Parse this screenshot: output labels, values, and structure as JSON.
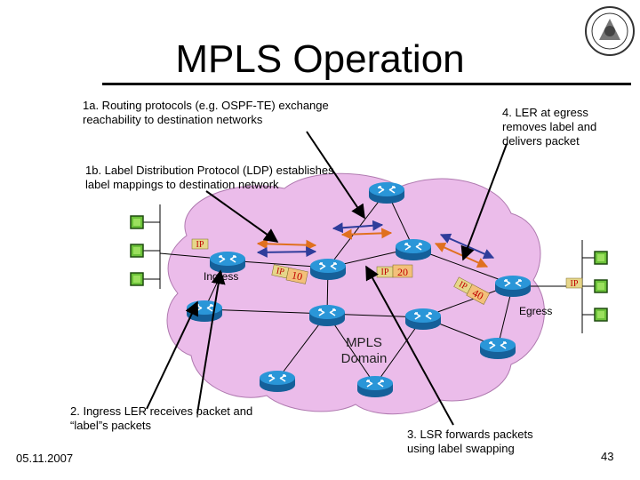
{
  "title": "MPLS Operation",
  "notes": {
    "n1a": "1a.  Routing protocols (e.g. OSPF-TE) exchange reachability to destination networks",
    "n1b": "1b. Label Distribution Protocol (LDP) establishes label mappings to destination network",
    "n2": "2. Ingress LER receives packet and “label”s packets",
    "n3": "3. LSR forwards packets using label swapping",
    "n4": "4. LER at egress removes label and delivers packet"
  },
  "labels": {
    "ingress": "Ingress",
    "egress": "Egress",
    "domain_line1": "MPLS",
    "domain_line2": "Domain",
    "ip": "IP",
    "label10": "10",
    "label20": "20",
    "label40": "40"
  },
  "footer": {
    "date": "05.11.2007",
    "page": "43"
  },
  "colors": {
    "cloud": "#ebbcea",
    "router": "#1e86c8",
    "host": "#5bb42f",
    "packet_ip": "#e6d68a",
    "packet_label": "#f3c07a",
    "label_text": "#c00000",
    "arrow_orange": "#e0701e",
    "arrow_blue": "#2f3d9b"
  }
}
